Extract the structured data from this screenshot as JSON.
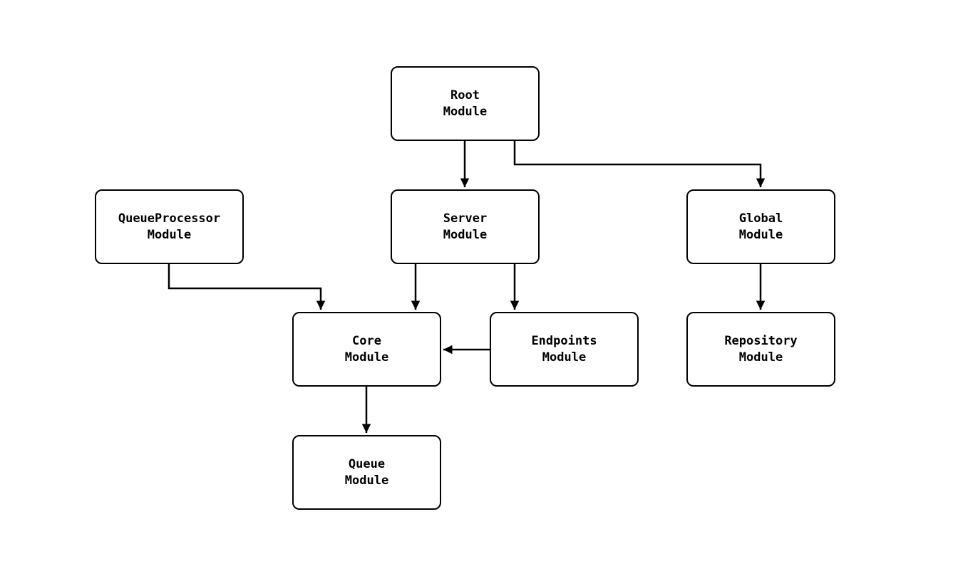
{
  "diagram": {
    "type": "module-dependency-graph",
    "background_color": "#ffffff",
    "node_border_color": "#000000",
    "node_fill_color": "#ffffff",
    "edge_color": "#000000",
    "nodes": {
      "root": {
        "label": "Root\nModule"
      },
      "queueprocessor": {
        "label": "QueueProcessor\nModule"
      },
      "server": {
        "label": "Server\nModule"
      },
      "global": {
        "label": "Global\nModule"
      },
      "core": {
        "label": "Core\nModule"
      },
      "endpoints": {
        "label": "Endpoints\nModule"
      },
      "repository": {
        "label": "Repository\nModule"
      },
      "queue": {
        "label": "Queue\nModule"
      }
    },
    "edges": [
      {
        "from": "Root Module",
        "to": "Server Module"
      },
      {
        "from": "Root Module",
        "to": "Global Module"
      },
      {
        "from": "QueueProcessor Module",
        "to": "Core Module"
      },
      {
        "from": "Server Module",
        "to": "Core Module"
      },
      {
        "from": "Server Module",
        "to": "Endpoints Module"
      },
      {
        "from": "Endpoints Module",
        "to": "Core Module"
      },
      {
        "from": "Global Module",
        "to": "Repository Module"
      },
      {
        "from": "Core Module",
        "to": "Queue Module"
      }
    ]
  }
}
